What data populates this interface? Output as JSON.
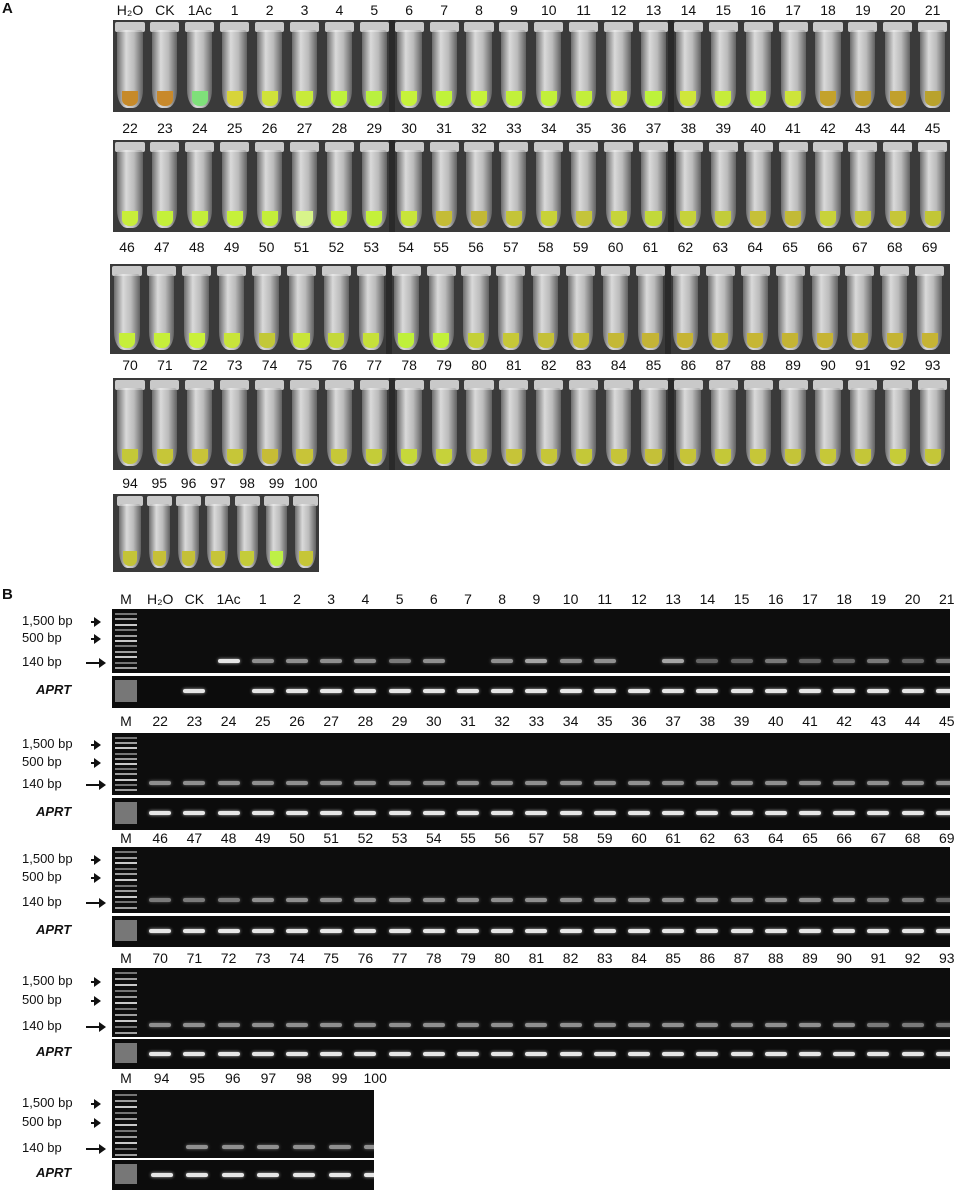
{
  "panel_a": {
    "letter": "A",
    "rows": [
      {
        "labels": [
          "H₂O",
          "CK",
          "1Ac",
          "1",
          "2",
          "3",
          "4",
          "5",
          "6",
          "7",
          "8",
          "9",
          "10",
          "11",
          "12",
          "13",
          "14",
          "15",
          "16",
          "17",
          "18",
          "19",
          "20",
          "21"
        ],
        "colors": [
          "#c68a2a",
          "#c8892b",
          "#7fe07a",
          "#d7d43a",
          "#cfe23a",
          "#c8ea3a",
          "#bff23d",
          "#b9f03f",
          "#c6f23a",
          "#c0f23a",
          "#c6f23a",
          "#c2f03a",
          "#c2f03a",
          "#c3ee3a",
          "#cbe83a",
          "#bdf23c",
          "#cfe63a",
          "#c6ec3a",
          "#c2ee3a",
          "#cde43a",
          "#c3a22c",
          "#bfa02d",
          "#c1a02d",
          "#b9a22d"
        ]
      },
      {
        "labels": [
          "22",
          "23",
          "24",
          "25",
          "26",
          "27",
          "28",
          "29",
          "30",
          "31",
          "32",
          "33",
          "34",
          "35",
          "36",
          "37",
          "38",
          "39",
          "40",
          "41",
          "42",
          "43",
          "44",
          "45"
        ],
        "colors": [
          "#c8ee3a",
          "#c4f03a",
          "#c4ee3a",
          "#c6f03a",
          "#c4ee3a",
          "#d8f48a",
          "#c6f03a",
          "#c4f03a",
          "#c8e43a",
          "#c4bc36",
          "#c2b836",
          "#c4c438",
          "#c8d238",
          "#c4c43a",
          "#c6d43a",
          "#c2d83a",
          "#c6d23a",
          "#c2cc3a",
          "#c6c038",
          "#c2ba36",
          "#c8d23a",
          "#c4c838",
          "#c6c638",
          "#c2c636"
        ]
      },
      {
        "labels": [
          "46",
          "47",
          "48",
          "49",
          "50",
          "51",
          "52",
          "53",
          "54",
          "55",
          "56",
          "57",
          "58",
          "59",
          "60",
          "61",
          "62",
          "63",
          "64",
          "65",
          "66",
          "67",
          "68",
          "69"
        ],
        "colors": [
          "#c6ee3a",
          "#c6ee3a",
          "#caf03a",
          "#c8e43a",
          "#c2c838",
          "#c8e43a",
          "#c4d83a",
          "#c6e03a",
          "#bff03a",
          "#c2f03a",
          "#c4d038",
          "#c6c838",
          "#c4c038",
          "#c6c038",
          "#c4b836",
          "#c4b436",
          "#c6b434",
          "#c4ba34",
          "#c6b634",
          "#c4b434",
          "#c6b434",
          "#c2b434",
          "#c4b434",
          "#c6b434"
        ]
      },
      {
        "labels": [
          "70",
          "71",
          "72",
          "73",
          "74",
          "75",
          "76",
          "77",
          "78",
          "79",
          "80",
          "81",
          "82",
          "83",
          "84",
          "85",
          "86",
          "87",
          "88",
          "89",
          "90",
          "91",
          "92",
          "93"
        ],
        "colors": [
          "#c4c838",
          "#c6c638",
          "#c8c438",
          "#c6c638",
          "#c6bc36",
          "#c8c438",
          "#c6c838",
          "#c4cc38",
          "#c6d83a",
          "#c6d23a",
          "#c4c838",
          "#c6c438",
          "#c6c638",
          "#c4c838",
          "#c6c438",
          "#c4c038",
          "#c6c438",
          "#c4c838",
          "#c6c638",
          "#c4c438",
          "#c6c838",
          "#c4c638",
          "#c6cc38",
          "#c4c638"
        ]
      },
      {
        "labels": [
          "94",
          "95",
          "96",
          "97",
          "98",
          "99",
          "100"
        ],
        "colors": [
          "#c4c438",
          "#c6c038",
          "#c4c038",
          "#c6c438",
          "#c4cc3a",
          "#bef046",
          "#c6c638"
        ]
      }
    ]
  },
  "panel_b": {
    "letter": "B",
    "size_labels": [
      "1,500 bp",
      "500 bp",
      "140 bp"
    ],
    "aprt_label": "APRT",
    "gels": [
      {
        "labels": [
          "M",
          "H₂O",
          "CK",
          "1Ac",
          "1",
          "2",
          "3",
          "4",
          "5",
          "6",
          "7",
          "8",
          "9",
          "10",
          "11",
          "12",
          "13",
          "14",
          "15",
          "16",
          "17",
          "18",
          "19",
          "20",
          "21"
        ],
        "target": [
          0,
          0,
          0,
          1,
          0.6,
          0.6,
          0.6,
          0.6,
          0.5,
          0.6,
          0,
          0.6,
          0.7,
          0.6,
          0.6,
          0,
          0.7,
          0.4,
          0.4,
          0.5,
          0.4,
          0.4,
          0.5,
          0.4,
          0.5
        ],
        "aprt": [
          0,
          0,
          1,
          0,
          1,
          1,
          1,
          1,
          1,
          1,
          1,
          1,
          1,
          1,
          1,
          1,
          1,
          1,
          1,
          1,
          1,
          1,
          1,
          1,
          1
        ]
      },
      {
        "labels": [
          "M",
          "22",
          "23",
          "24",
          "25",
          "26",
          "27",
          "28",
          "29",
          "30",
          "31",
          "32",
          "33",
          "34",
          "35",
          "36",
          "37",
          "38",
          "39",
          "40",
          "41",
          "42",
          "43",
          "44",
          "45"
        ],
        "target": [
          0,
          0.6,
          0.6,
          0.6,
          0.6,
          0.6,
          0.6,
          0.6,
          0.6,
          0.6,
          0.6,
          0.6,
          0.6,
          0.6,
          0.6,
          0.6,
          0.6,
          0.6,
          0.6,
          0.6,
          0.6,
          0.6,
          0.6,
          0.6,
          0.6
        ],
        "aprt": [
          0,
          1,
          1,
          1,
          1,
          1,
          1,
          1,
          1,
          1,
          1,
          1,
          1,
          1,
          1,
          1,
          1,
          1,
          1,
          1,
          1,
          1,
          1,
          1,
          1
        ]
      },
      {
        "labels": [
          "M",
          "46",
          "47",
          "48",
          "49",
          "50",
          "51",
          "52",
          "53",
          "54",
          "55",
          "56",
          "57",
          "58",
          "59",
          "60",
          "61",
          "62",
          "63",
          "64",
          "65",
          "66",
          "67",
          "68",
          "69"
        ],
        "target": [
          0,
          0.5,
          0.5,
          0.5,
          0.6,
          0.6,
          0.6,
          0.6,
          0.6,
          0.6,
          0.6,
          0.6,
          0.6,
          0.6,
          0.6,
          0.6,
          0.6,
          0.6,
          0.6,
          0.6,
          0.6,
          0.6,
          0.5,
          0.5,
          0.4
        ],
        "aprt": [
          0,
          1,
          1,
          1,
          1,
          1,
          1,
          1,
          1,
          1,
          1,
          1,
          1,
          1,
          1,
          1,
          1,
          1,
          1,
          1,
          1,
          1,
          1,
          1,
          1
        ]
      },
      {
        "labels": [
          "M",
          "70",
          "71",
          "72",
          "73",
          "74",
          "75",
          "76",
          "77",
          "78",
          "79",
          "80",
          "81",
          "82",
          "83",
          "84",
          "85",
          "86",
          "87",
          "88",
          "89",
          "90",
          "91",
          "92",
          "93"
        ],
        "target": [
          0,
          0.6,
          0.6,
          0.6,
          0.6,
          0.6,
          0.6,
          0.6,
          0.6,
          0.6,
          0.6,
          0.6,
          0.6,
          0.6,
          0.6,
          0.6,
          0.6,
          0.6,
          0.6,
          0.6,
          0.6,
          0.6,
          0.5,
          0.5,
          0.5
        ],
        "aprt": [
          0,
          1,
          1,
          1,
          1,
          1,
          1,
          1,
          1,
          1,
          1,
          1,
          1,
          1,
          1,
          1,
          1,
          1,
          1,
          1,
          1,
          1,
          1,
          1,
          1
        ]
      },
      {
        "labels": [
          "M",
          "94",
          "95",
          "96",
          "97",
          "98",
          "99",
          "100"
        ],
        "target": [
          0,
          0,
          0.6,
          0.6,
          0.6,
          0.6,
          0.6,
          0.6
        ],
        "aprt": [
          0,
          1,
          1,
          1,
          1,
          1,
          1,
          1
        ]
      }
    ]
  }
}
